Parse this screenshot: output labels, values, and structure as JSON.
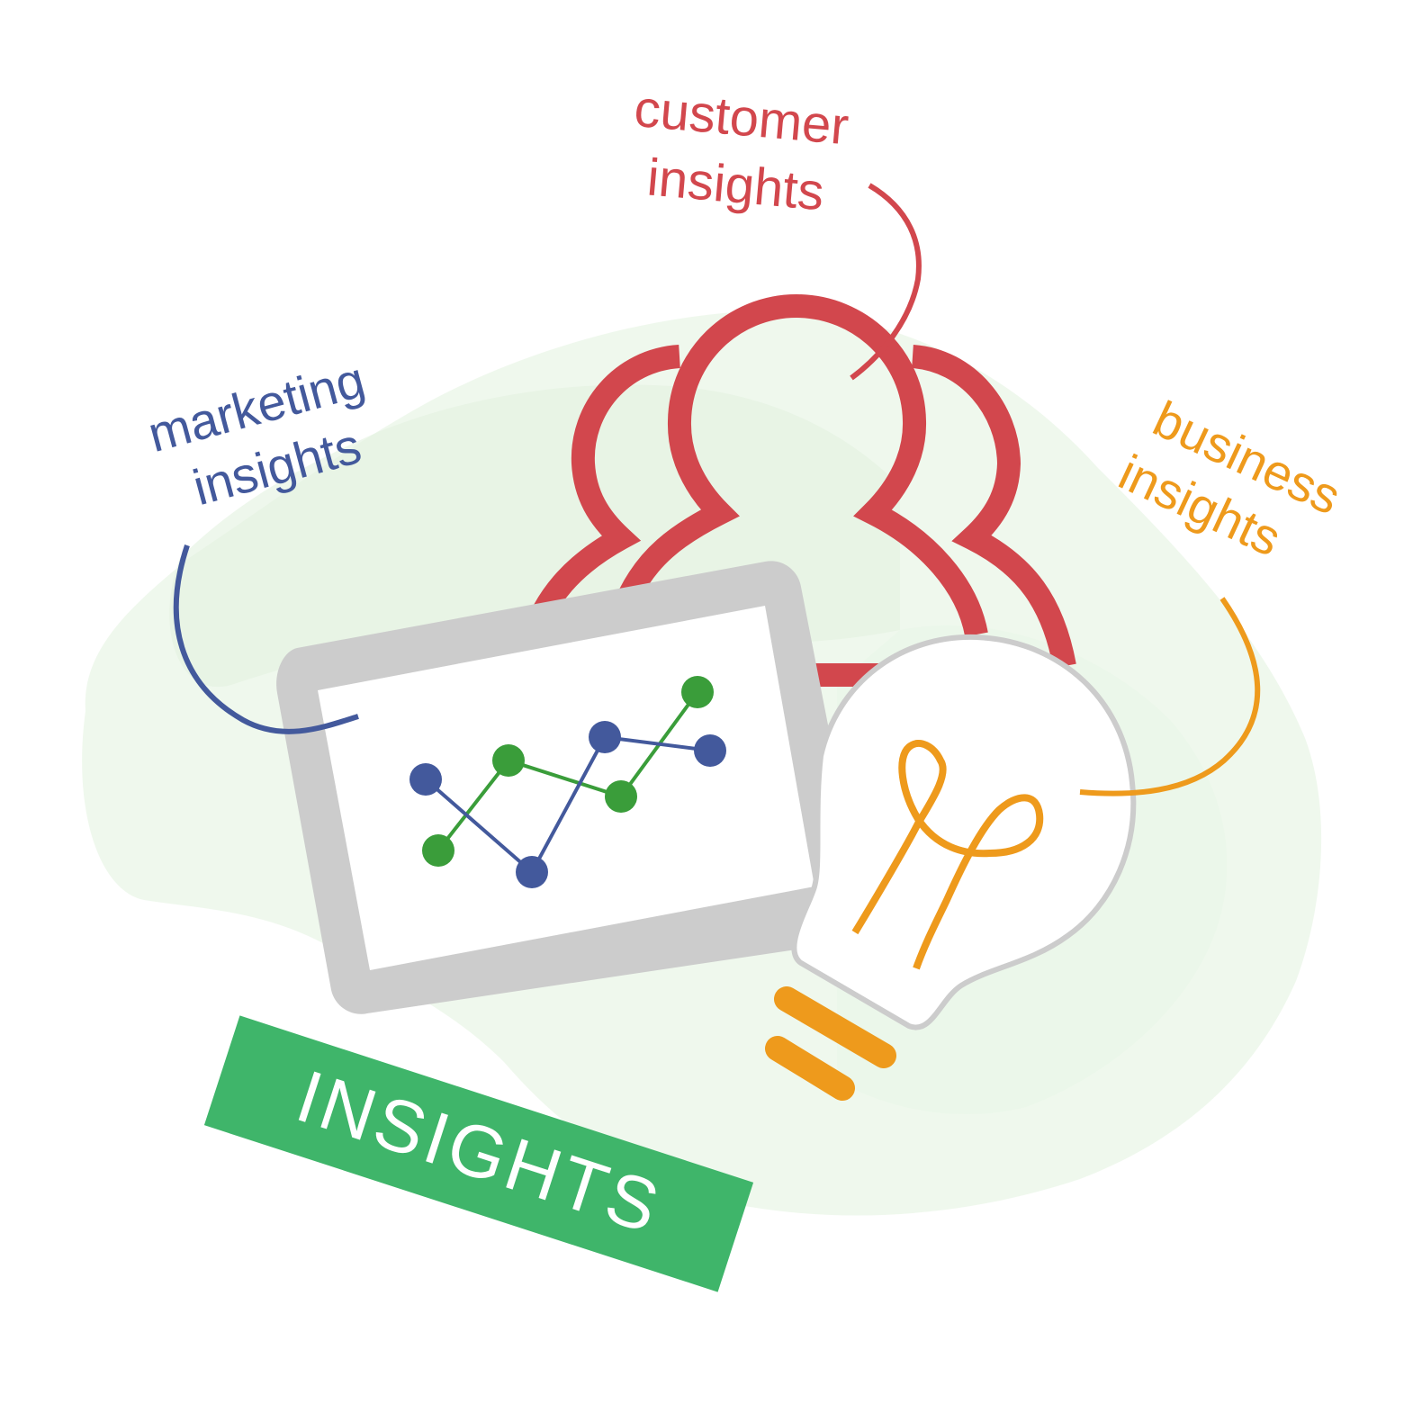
{
  "labels": {
    "customer": [
      "customer",
      "insights"
    ],
    "marketing": [
      "marketing",
      "insights"
    ],
    "business": [
      "business",
      "insights"
    ],
    "banner": "INSIGHTS"
  },
  "colors": {
    "customer": "#d2474d",
    "marketing": "#43599c",
    "business": "#ee9a1c",
    "banner": "#3fb56a",
    "chart_blue": "#43599c",
    "chart_green": "#3a9d3a",
    "monitor_frame": "#cccccc",
    "bulb_outline": "#cccccc",
    "background_blob": "#e8f4e6"
  },
  "icons": [
    "people-group-icon",
    "monitor-chart-icon",
    "lightbulb-icon"
  ]
}
